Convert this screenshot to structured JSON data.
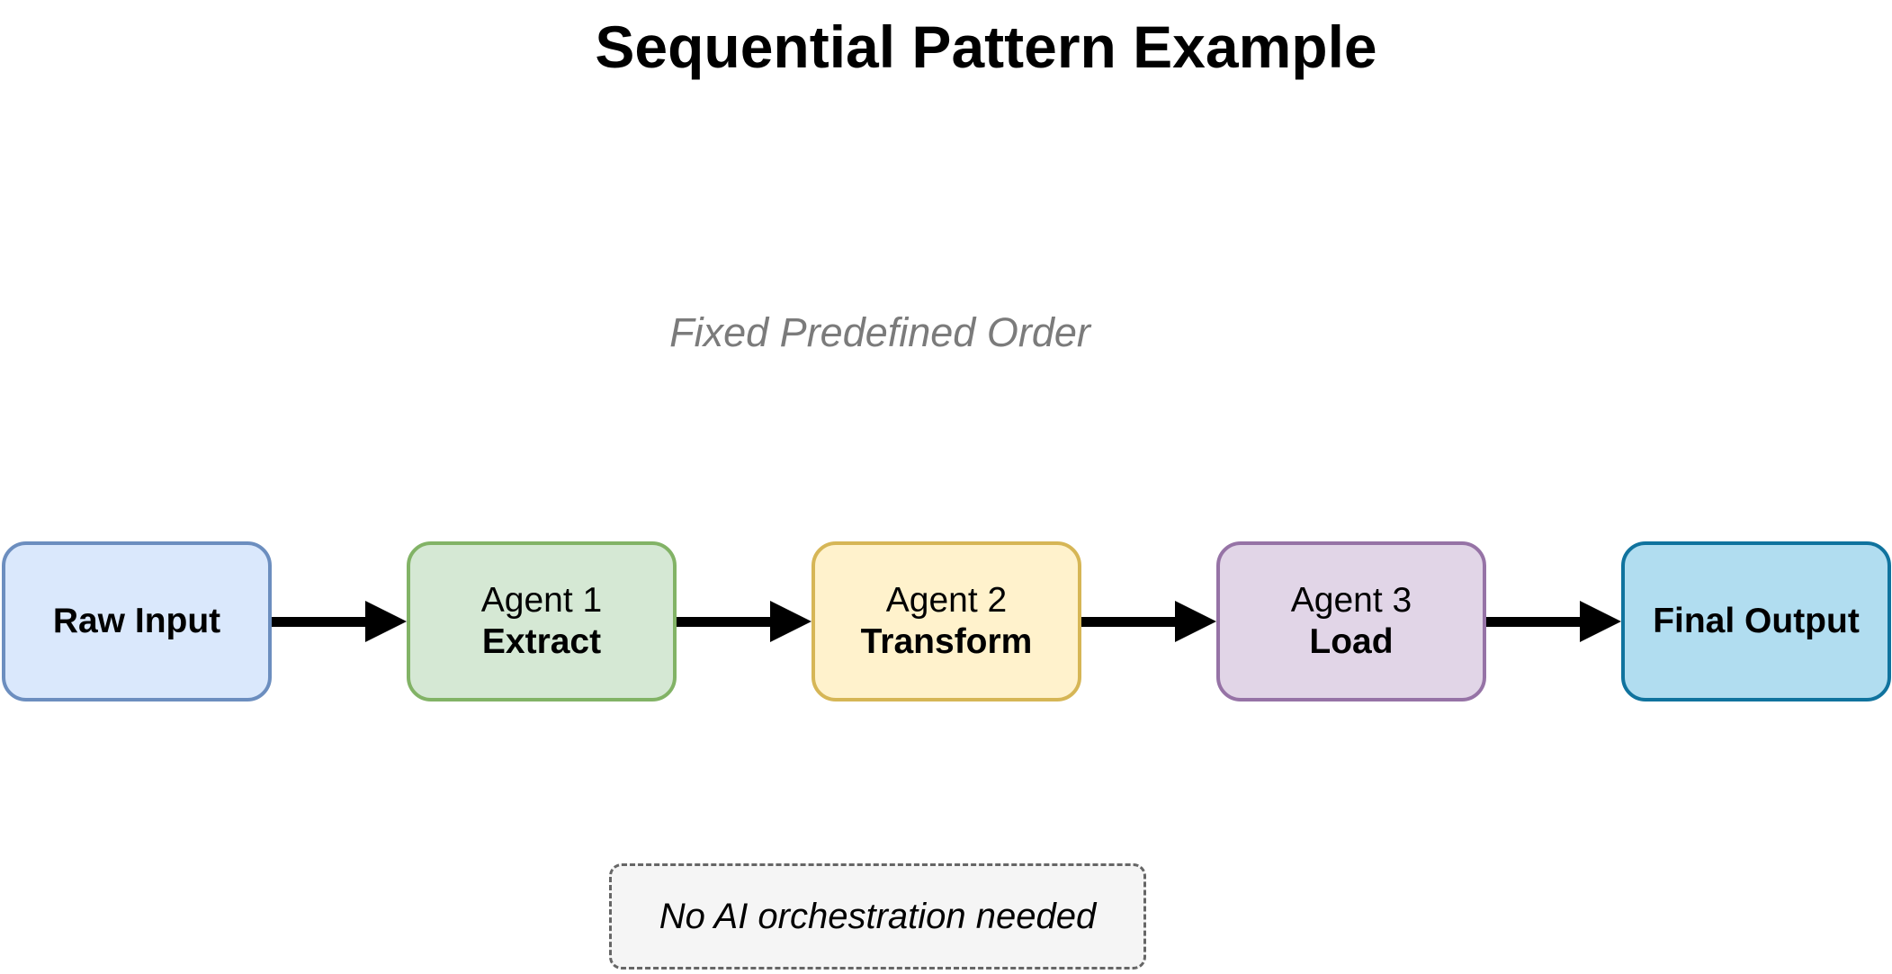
{
  "title": {
    "text": "Sequential Pattern Example",
    "color": "#000000"
  },
  "subtitle": {
    "text": "Fixed Predefined Order",
    "color": "#7b7b7b"
  },
  "flow": {
    "arrow_color": "#000000",
    "nodes": [
      {
        "name": "raw-input",
        "line1": "Raw Input",
        "line2": "",
        "fill": "#dae8fc",
        "stroke": "#6c8ebf"
      },
      {
        "name": "agent-1",
        "line1": "Agent 1",
        "line2": "Extract",
        "fill": "#d5e8d4",
        "stroke": "#82b366"
      },
      {
        "name": "agent-2",
        "line1": "Agent 2",
        "line2": "Transform",
        "fill": "#fff2cc",
        "stroke": "#d6b656"
      },
      {
        "name": "agent-3",
        "line1": "Agent 3",
        "line2": "Load",
        "fill": "#e1d5e7",
        "stroke": "#9673a6"
      },
      {
        "name": "final-output",
        "line1": "Final Output",
        "line2": "",
        "fill": "#b1ddf0",
        "stroke": "#10739e"
      }
    ]
  },
  "note": {
    "text": "No AI orchestration needed",
    "fill": "#f5f5f5",
    "stroke": "#666666",
    "text_color": "#000000"
  }
}
